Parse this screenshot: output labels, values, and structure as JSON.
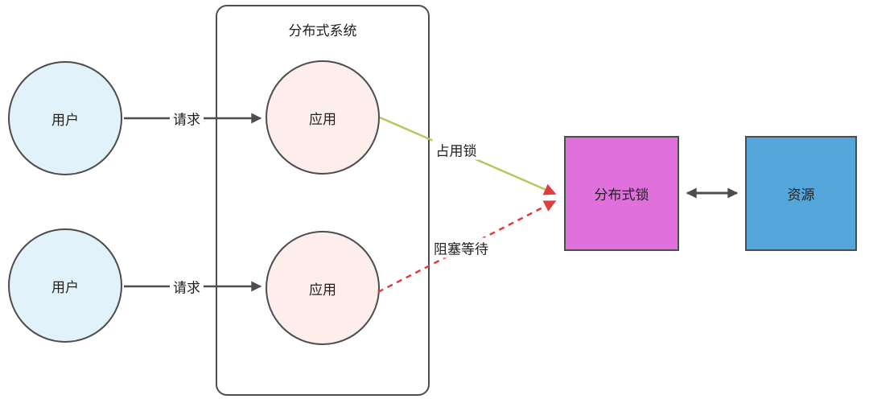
{
  "diagram": {
    "system_container": {
      "label": "分布式系统"
    },
    "nodes": {
      "user1": {
        "label": "用户"
      },
      "user2": {
        "label": "用户"
      },
      "app1": {
        "label": "应用"
      },
      "app2": {
        "label": "应用"
      },
      "lock": {
        "label": "分布式锁"
      },
      "resource": {
        "label": "资源"
      }
    },
    "edges": {
      "request1": {
        "label": "请求"
      },
      "request2": {
        "label": "请求"
      },
      "occupy": {
        "label": "占用锁"
      },
      "wait": {
        "label": "阻塞等待"
      }
    },
    "colors": {
      "outline": "#4d4d4d",
      "text": "#1f1f1f",
      "user_fill": "#e1f2fb",
      "app_fill": "#fdeeec",
      "lock_fill": "#e070dc",
      "resource_fill": "#55a7db",
      "request_arrow": "#4d4d4d",
      "occupy_arrow": "#b5c85c",
      "wait_arrow": "#e03d3d",
      "link_arrow": "#4d4d4d"
    }
  }
}
